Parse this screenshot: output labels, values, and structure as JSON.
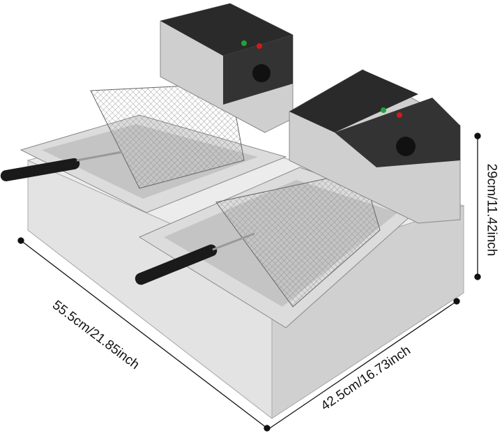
{
  "product": {
    "name_icon": "double-deep-fryer-photo",
    "colors": {
      "steel": "#d9d9d9",
      "panel": "#2a2a2a",
      "handle": "#1a1a1a",
      "power_light": "#1fa33a",
      "hot_light": "#d11a1a"
    }
  },
  "dimensions": {
    "length": "55.5cm/21.85inch",
    "width": "42.5cm/16.73inch",
    "height": "29cm/11.42inch"
  }
}
